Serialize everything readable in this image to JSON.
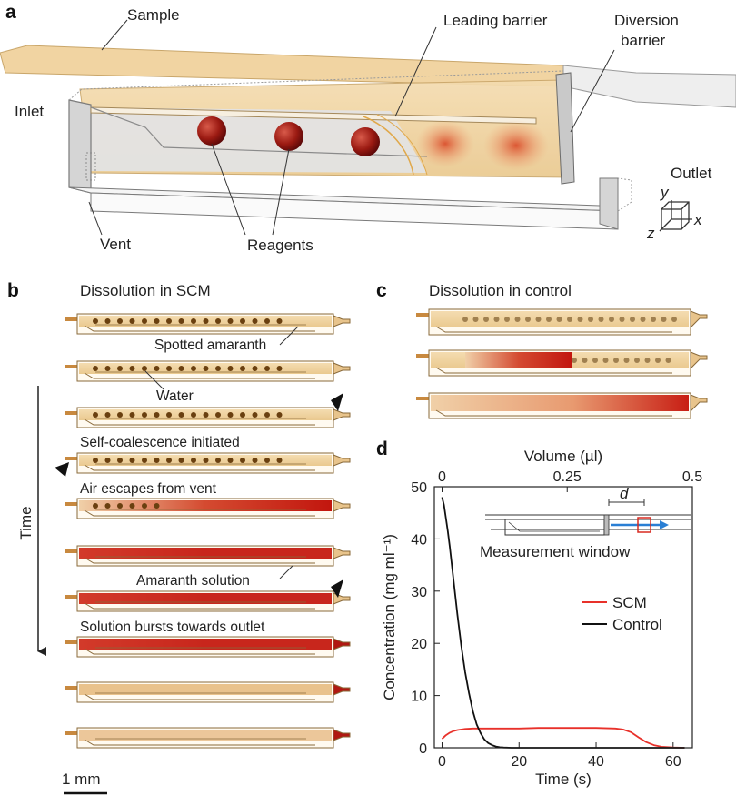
{
  "panel_a": {
    "letter": "a",
    "labels": {
      "sample": "Sample",
      "leading_barrier": "Leading barrier",
      "diversion_barrier_1": "Diversion",
      "diversion_barrier_2": "barrier",
      "inlet": "Inlet",
      "outlet": "Outlet",
      "vent": "Vent",
      "reagents": "Reagents"
    },
    "axes_labels": {
      "x": "x",
      "y": "y",
      "z": "z"
    }
  },
  "panel_b": {
    "letter": "b",
    "title": "Dissolution in SCM",
    "time_label": "Time",
    "annotations": {
      "spotted": "Spotted amaranth",
      "water": "Water",
      "self_coalescence": "Self-coalescence initiated",
      "air_escapes": "Air escapes from vent",
      "amaranth_solution": "Amaranth solution",
      "bursts": "Solution bursts towards outlet"
    },
    "scale_bar": "1 mm"
  },
  "panel_c": {
    "letter": "c",
    "title": "Dissolution in control"
  },
  "panel_d": {
    "letter": "d",
    "inset_label": "Measurement window",
    "inset_d": "d"
  },
  "chart_data": {
    "type": "line",
    "title": "",
    "xlabel": "Time (s)",
    "ylabel": "Concentration (mg ml⁻¹)",
    "x2label": "Volume (µl)",
    "xlim": [
      -2,
      65
    ],
    "ylim": [
      0,
      50
    ],
    "x2lim": [
      -0.0154,
      0.5
    ],
    "xticks": [
      0,
      20,
      40,
      60
    ],
    "yticks": [
      0,
      10,
      20,
      30,
      40,
      50
    ],
    "x2ticks": [
      0,
      0.25,
      0.5
    ],
    "x2ticklabels": [
      "0",
      "0.25",
      "0.5"
    ],
    "grid": false,
    "legend_position": "right",
    "series": [
      {
        "name": "SCM",
        "color": "#e8312a",
        "x": [
          0,
          1,
          2,
          3,
          4,
          5,
          6,
          8,
          10,
          15,
          20,
          25,
          30,
          35,
          40,
          45,
          47,
          49,
          51,
          53,
          55,
          57,
          60,
          63
        ],
        "y": [
          1.7,
          2.4,
          2.9,
          3.2,
          3.4,
          3.5,
          3.6,
          3.7,
          3.7,
          3.7,
          3.7,
          3.8,
          3.8,
          3.8,
          3.8,
          3.7,
          3.5,
          3.0,
          2.0,
          1.1,
          0.5,
          0.2,
          0.05,
          0
        ]
      },
      {
        "name": "Control",
        "color": "#111111",
        "x": [
          0,
          0.5,
          1,
          1.5,
          2,
          3,
          4,
          5,
          6,
          7,
          8,
          9,
          10,
          11,
          12,
          13,
          14,
          15,
          16,
          18,
          25,
          40,
          63
        ],
        "y": [
          48,
          46.5,
          44,
          41.5,
          38.5,
          32,
          25.5,
          19.5,
          14.5,
          10.5,
          7,
          4.5,
          2.8,
          1.6,
          0.9,
          0.5,
          0.25,
          0.1,
          0.05,
          0,
          0,
          0,
          0
        ]
      }
    ]
  }
}
